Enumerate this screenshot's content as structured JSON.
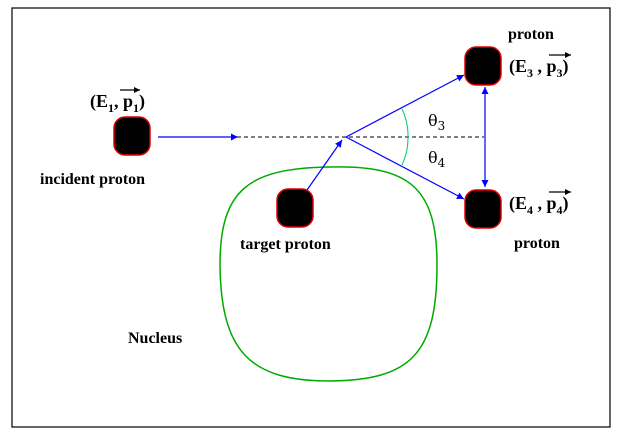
{
  "labels": {
    "incident_proton": "incident proton",
    "target_proton": "target proton",
    "nucleus": "Nucleus",
    "outgoing_top": "proton",
    "outgoing_bottom": "proton"
  },
  "kinematics": {
    "p1": {
      "E": "E",
      "sub": "1",
      "p": "p",
      "psub": "1"
    },
    "p3": {
      "E": "E",
      "sub": "3",
      "p": "p",
      "psub": "3"
    },
    "p4": {
      "E": "E",
      "sub": "4",
      "p": "p",
      "psub": "4"
    }
  },
  "angles": {
    "theta3": {
      "symbol": "θ",
      "sub": "3"
    },
    "theta4": {
      "symbol": "θ",
      "sub": "4"
    }
  },
  "colors": {
    "arrow": "#0000ff",
    "nucleus": "#00aa00",
    "angle_arc": "#00cc66",
    "proton_fill": "#000000",
    "proton_edge": "#dd0000",
    "frame": "#000000"
  }
}
